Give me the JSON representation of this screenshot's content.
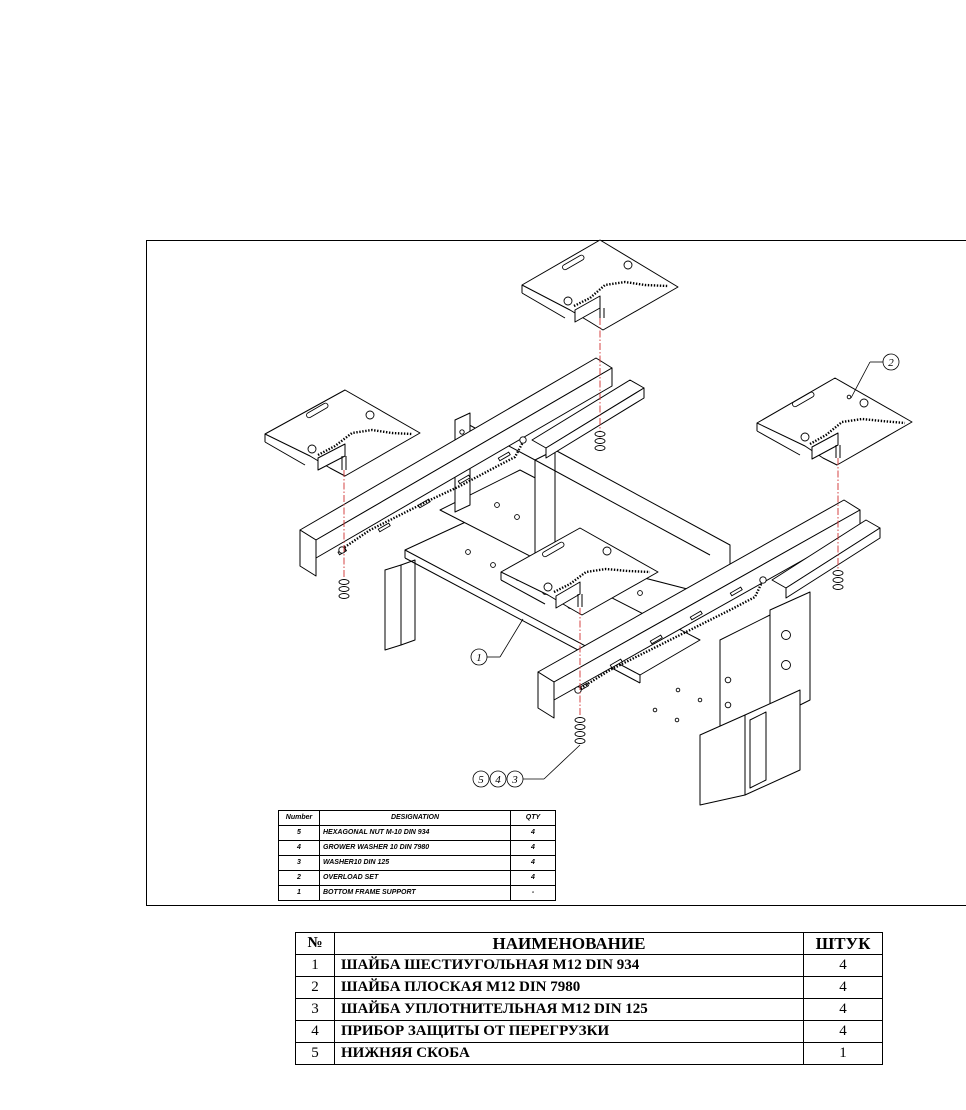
{
  "balloons": {
    "part1": "1",
    "part2": "2",
    "part5": "5",
    "part4": "4",
    "part3": "3"
  },
  "parts_list_en": {
    "headers": {
      "number": "Number",
      "designation": "DESIGNATION",
      "qty": "QTY"
    },
    "rows": [
      {
        "number": "5",
        "designation": "HEXAGONAL NUT M-10 DIN 934",
        "qty": "4"
      },
      {
        "number": "4",
        "designation": "GROWER WASHER 10 DIN 7980",
        "qty": "4"
      },
      {
        "number": "3",
        "designation": "WASHER10 DIN 125",
        "qty": "4"
      },
      {
        "number": "2",
        "designation": "OVERLOAD SET",
        "qty": "4"
      },
      {
        "number": "1",
        "designation": "BOTTOM FRAME SUPPORT",
        "qty": "-"
      }
    ]
  },
  "parts_list_ru": {
    "headers": {
      "number": "№",
      "designation": "НАИМЕНОВАНИЕ",
      "qty": "ШТУК"
    },
    "rows": [
      {
        "number": "1",
        "designation": "ШАЙБА ШЕСТИУГОЛЬНАЯ  М12 DIN 934",
        "qty": "4"
      },
      {
        "number": "2",
        "designation": "ШАЙБА ПЛОСКАЯ М12 DIN 7980",
        "qty": "4"
      },
      {
        "number": "3",
        "designation": "ШАЙБА УПЛОТНИТЕЛЬНАЯ  М12 DIN 125",
        "qty": "4"
      },
      {
        "number": "4",
        "designation": "ПРИБОР ЗАЩИТЫ ОТ ПЕРЕГРУЗКИ",
        "qty": "4"
      },
      {
        "number": "5",
        "designation": "НИЖНЯЯ СКОБА",
        "qty": "1"
      }
    ]
  },
  "colors": {
    "center_line": "#d03030",
    "line": "#000000",
    "background": "#ffffff"
  }
}
